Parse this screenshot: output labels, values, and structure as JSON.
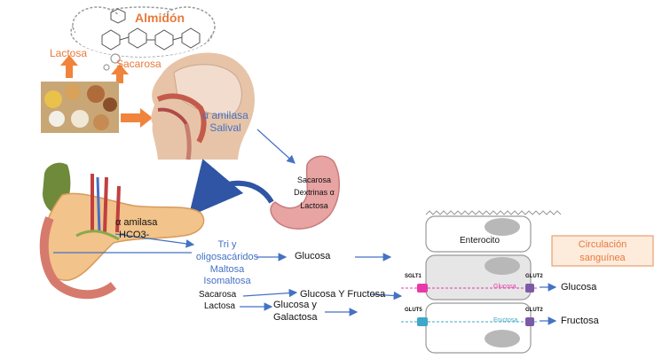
{
  "labels": {
    "almidon": "Almidón",
    "lactosa_top": "Lactosa",
    "sacarosa_top": "Sacarosa",
    "amilasa_salival_1": "α amilasa",
    "amilasa_salival_2": "Salival",
    "stomach_sacarosa": "Sacarosa",
    "stomach_dextrinas": "Dextrinas α",
    "stomach_lactosa": "Lactosa",
    "amilasa_pancreatica": "α amilasa",
    "hco3": "HCO3-",
    "tri_1": "Tri y",
    "tri_2": "oligosacáridos",
    "maltosa": "Maltosa",
    "isomaltosa": "Isomaltosa",
    "glucosa_mid": "Glucosa",
    "sacarosa_low": "Sacarosa",
    "lactosa_low": "Lactosa",
    "glucosa_y_fructosa": "Glucosa Y Fructosa",
    "glucosa_y_1": "Glucosa y",
    "galactosa": "Galactosa",
    "enterocito": "Enterocito",
    "circulacion_1": "Circulación",
    "circulacion_2": "sanguínea",
    "sglt1": "SGLT1",
    "glut2_top": "GLUT2",
    "glut5": "GLUT5",
    "glut2_bottom": "GLUT2",
    "glucosa_in_cell": "Glucosa",
    "fructosa_in_cell": "Fructosa",
    "glucosa_out": "Glucosa",
    "fructosa_out": "Fructosa"
  },
  "colors": {
    "orange": "#e87a3c",
    "blue": "#4472c4",
    "sglt1": "#e73aa8",
    "glut5": "#3fa7c7",
    "glut2": "#7d5aa6"
  }
}
